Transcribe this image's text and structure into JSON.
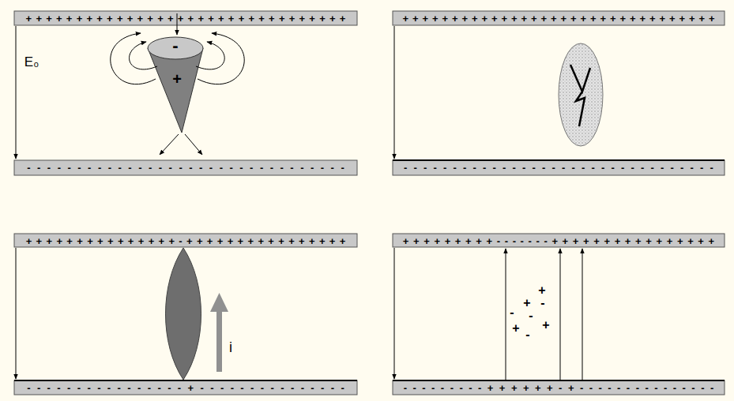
{
  "diagram": {
    "labels": [
      "++++++++++++++++++++++++++++++++",
      "E₀",
      "-",
      "+",
      "--------------------------------",
      "++++++++++++++++++++++++++++++++",
      "--------------------------------",
      "+++++++++++++++-++++++++++++++++",
      "i",
      "----------------+---------------",
      "+++++++++-------++++++++++++++++",
      "+",
      "+",
      "-",
      "-",
      "-",
      "+",
      "+",
      "-",
      "---------++++++-+---------------"
    ]
  }
}
